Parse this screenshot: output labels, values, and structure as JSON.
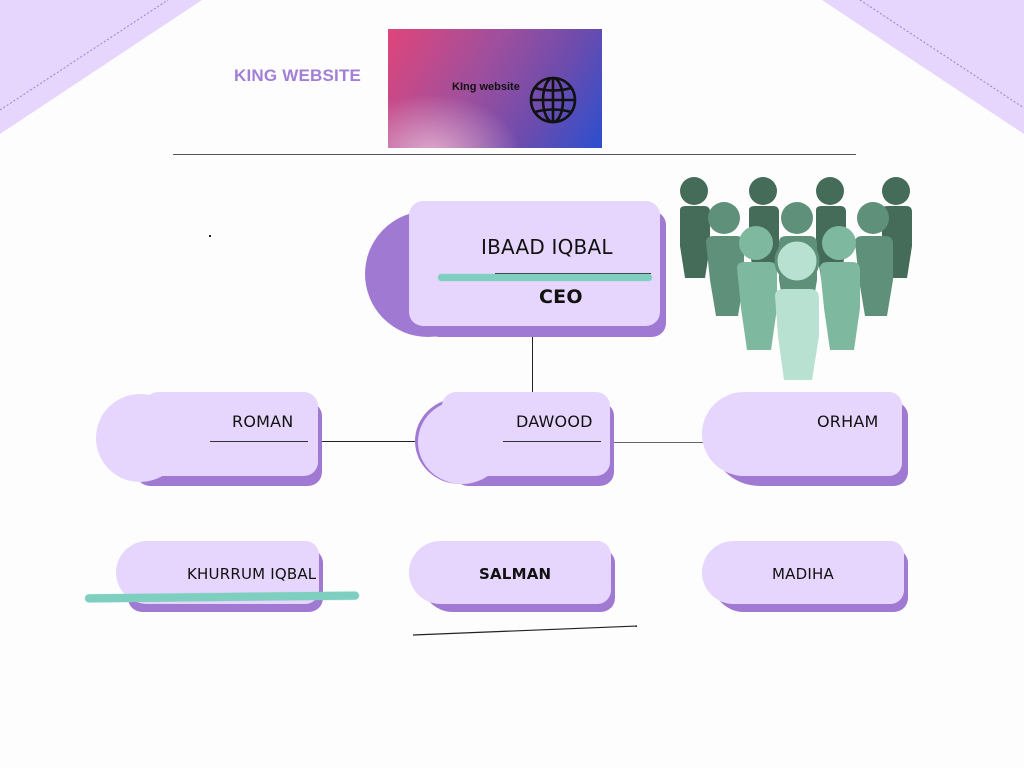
{
  "brand": {
    "title": "KING WEBSITE",
    "logo_text": "KIng website",
    "logo_icon": "globe-icon"
  },
  "colors": {
    "accent_purple": "#a27fd6",
    "card_fill": "#e6d6fd",
    "card_shadow": "#a07ad2",
    "brush_teal": "#7ecfbf",
    "corner_fill": "#e6d6fd"
  },
  "org_chart": {
    "ceo": {
      "name": "IBAAD IQBAL",
      "role": "CEO"
    },
    "level2": [
      {
        "name": "ROMAN"
      },
      {
        "name": "DAWOOD"
      },
      {
        "name": "ORHAM"
      }
    ],
    "level3": [
      {
        "name": "KHURRUM IQBAL"
      },
      {
        "name": "SALMAN"
      },
      {
        "name": "MADIHA"
      }
    ]
  },
  "illustration": {
    "icon": "people-group-icon"
  }
}
